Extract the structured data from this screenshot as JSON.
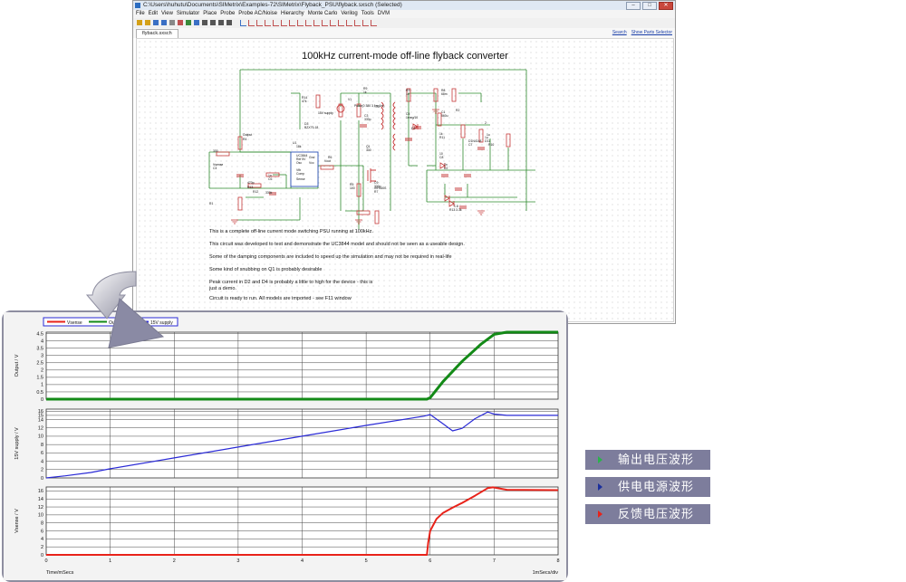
{
  "window": {
    "title": "C:\\Users\\huhutu\\Documents\\SIMetrix\\Examples-72\\SIMetrix\\Flyback_PSU\\flyback.sxsch (Selected)"
  },
  "menu": [
    "File",
    "Edit",
    "View",
    "Simulator",
    "Place",
    "Probe",
    "Probe AC/Noise",
    "Hierarchy",
    "Monte Carlo",
    "Verilog",
    "Tools",
    "DVM"
  ],
  "tabs": [
    {
      "label": "flyback.sxsch"
    }
  ],
  "links": {
    "search": "Search",
    "parts_selector": "Show Parts Selector"
  },
  "schematic": {
    "title": "100kHz current-mode off-line flyback converter",
    "labels": [
      "R14",
      "47k",
      "D3",
      "BZX79-18",
      "15V supply",
      "V1",
      "Pulse(0 380 3 1m 1m)",
      "R9",
      "1k",
      "C3",
      "330p",
      "TX2",
      "R3",
      "10",
      "C5",
      "1meg/10",
      "D1",
      "R8",
      "68m",
      "C1",
      "560u",
      "R2",
      "2",
      "Output",
      "R4",
      "18k",
      "U1",
      "UC3844",
      "Ref 5V",
      "Osc",
      "Vfb",
      "Comp",
      "Sense",
      "Gnd",
      "Vcc",
      "Vout",
      "R6",
      "330",
      "Q1",
      "IRF840S",
      "R7",
      "1k",
      "R11",
      "10",
      "C8",
      "1n",
      "D2",
      "D1N4148",
      "C7",
      "1u",
      "D11",
      "1u",
      "R10",
      "330",
      "Vsense",
      "C4",
      "470p",
      "R13",
      "R12",
      "330k",
      "C6",
      "1n",
      "R5",
      "100",
      "C9",
      "330p",
      "R1",
      "1.8",
      "R13 3.3k",
      "D4",
      "D1N4148"
    ],
    "description": [
      "This is a complete off-line current mode switching PSU running at 100kHz.",
      "This circuit was developed to test and demonstrate the UC3844 model and should not be seen as a useable design.",
      "Some of the damping components are included to speed up the simulation and may not be required in real-life",
      "Some kind of snubbing on Q1 is probably desirable",
      "Peak current in D2 and D4 is probably a little to high for the device - this is\njust a demo.",
      "Circuit is ready to run. All models are imported - see F11 window"
    ]
  },
  "plot": {
    "legend": [
      "Vsense",
      "Output",
      "15V supply"
    ],
    "colors": {
      "Vsense": "#e8231a",
      "Output": "#138a17",
      "15V supply": "#2a2ad6"
    },
    "x_label": "Time/mSecs",
    "x_div_label": "1mSecs/div",
    "x_ticks": [
      "0",
      "1",
      "2",
      "3",
      "4",
      "5",
      "6",
      "7",
      "8"
    ]
  },
  "chart_data": [
    {
      "type": "line",
      "ylabel": "Output / V",
      "y_ticks": [
        "4.5",
        "4",
        "3.5",
        "3",
        "2.5",
        "2",
        "1.5",
        "1",
        "0.5",
        "0"
      ],
      "ylim": [
        0,
        4.6
      ],
      "xlim": [
        0,
        8
      ],
      "series": [
        {
          "name": "Output",
          "x": [
            0,
            5.95,
            6.0,
            6.2,
            6.5,
            6.8,
            7.0,
            7.2,
            8.0
          ],
          "values": [
            0,
            0,
            0.1,
            1.2,
            2.6,
            3.8,
            4.45,
            4.6,
            4.6
          ]
        }
      ]
    },
    {
      "type": "line",
      "ylabel": "15V supply / V",
      "y_ticks": [
        "16",
        "15",
        "14",
        "12",
        "10",
        "8",
        "6",
        "4",
        "2",
        "0"
      ],
      "ylim": [
        0,
        16.5
      ],
      "xlim": [
        0,
        8
      ],
      "series": [
        {
          "name": "15V supply",
          "x": [
            0,
            0.3,
            0.7,
            1.0,
            2.0,
            3.0,
            4.0,
            5.0,
            5.9,
            6.0,
            6.2,
            6.35,
            6.5,
            6.7,
            6.9,
            7.0,
            7.2,
            8.0
          ],
          "values": [
            0,
            0.5,
            1.3,
            2.2,
            4.8,
            7.4,
            10.0,
            12.6,
            14.8,
            15.2,
            13.0,
            11.3,
            11.9,
            14.2,
            15.8,
            15.3,
            15.0,
            15.0
          ]
        }
      ]
    },
    {
      "type": "line",
      "ylabel": "Vsense / V",
      "y_ticks": [
        "16",
        "14",
        "12",
        "10",
        "8",
        "6",
        "4",
        "2",
        "0"
      ],
      "ylim": [
        0,
        17
      ],
      "xlim": [
        0,
        8
      ],
      "series": [
        {
          "name": "Vsense",
          "x": [
            0,
            5.95,
            5.97,
            6.0,
            6.05,
            6.1,
            6.2,
            6.35,
            6.5,
            6.7,
            6.9,
            6.98,
            7.2,
            8.0
          ],
          "values": [
            0,
            0,
            3,
            6,
            7.5,
            9,
            10.5,
            11.8,
            13,
            14.8,
            16.7,
            16.9,
            16.3,
            16.2
          ]
        }
      ]
    }
  ],
  "callouts": [
    {
      "label": "输出电压波形",
      "marker_color": "#2bb24c"
    },
    {
      "label": "供电电源波形",
      "marker_color": "#1b2f9c"
    },
    {
      "label": "反馈电压波形",
      "marker_color": "#e8231a"
    }
  ]
}
